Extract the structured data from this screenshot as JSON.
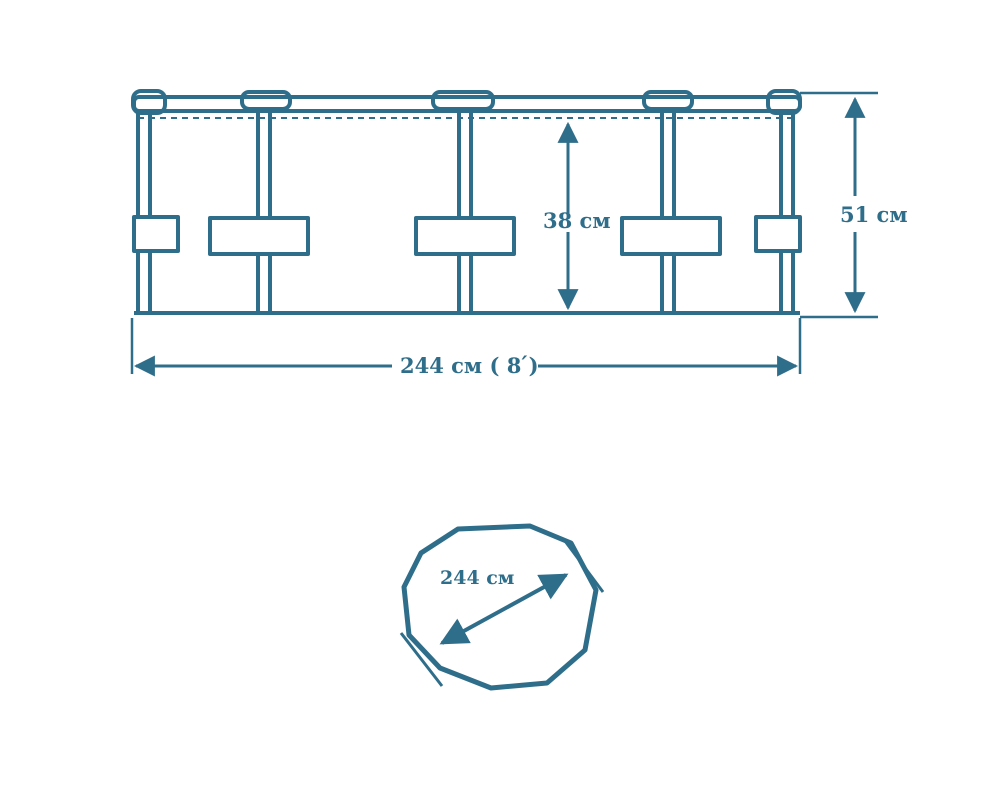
{
  "colors": {
    "stroke": "#2f6e8a",
    "text": "#2f6e8a",
    "background": "#ffffff"
  },
  "side_view": {
    "inner_height_label": "38 см",
    "total_height_label": "51 см",
    "width_label": "244 см ( 8 ́)"
  },
  "top_view": {
    "diameter_label": "244 см"
  }
}
